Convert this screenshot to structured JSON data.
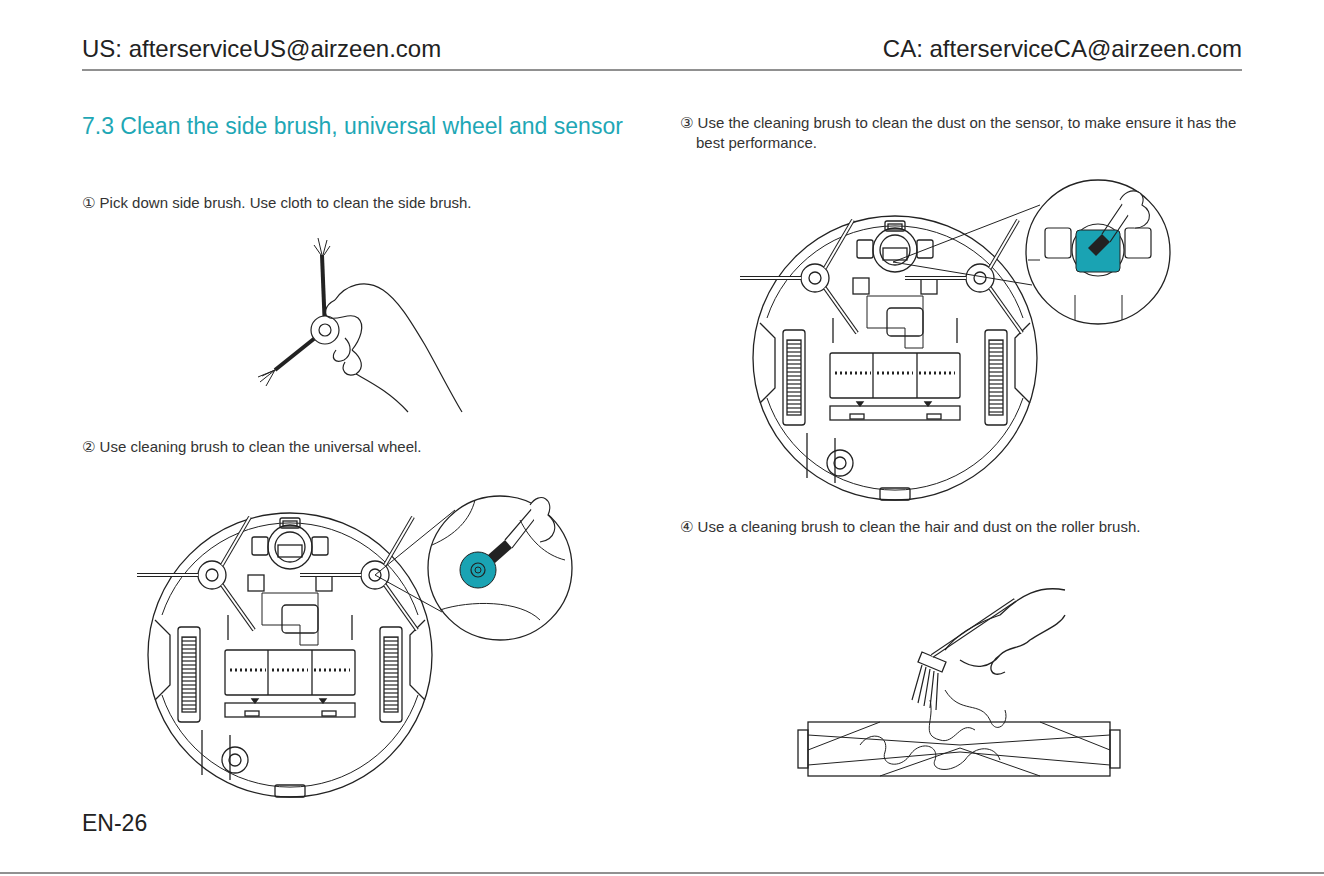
{
  "diagram": {
    "title": "7.3 Clean the side brush, universal wheel and sensor",
    "labels": [
      "US: afterserviceUS@airzeen.com",
      "CA: afterserviceCA@airzeen.com",
      "① Pick down side brush. Use cloth to clean the side brush.",
      "② Use cleaning brush to clean the universal wheel.",
      "③ Use the cleaning brush to clean the dust on the sensor, to make ensure it has the best performance.",
      "④ Use a cleaning brush to clean the hair and dust on the roller brush.",
      "EN-26"
    ]
  }
}
